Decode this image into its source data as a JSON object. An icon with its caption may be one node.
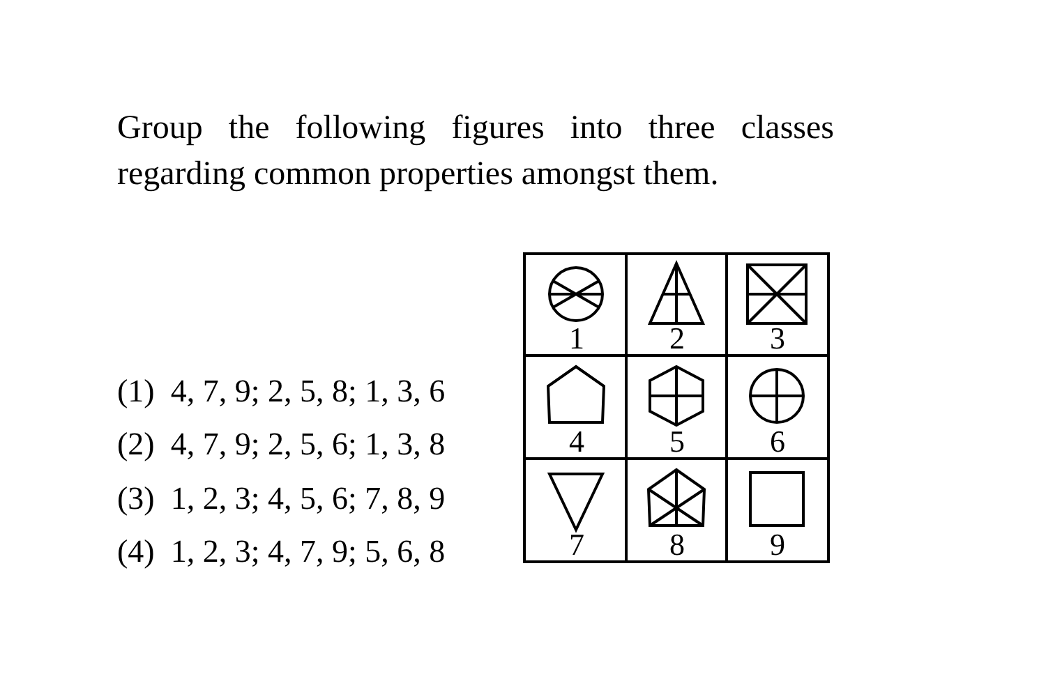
{
  "diagram": {
    "labels": [
      "Group the following figures into three classes regarding common properties amongst them.",
      "(1)  4, 7, 9; 2, 5, 8; 1, 3, 6",
      "(2)  4, 7, 9; 2, 5, 6; 1, 3, 8",
      "(3)  1, 2, 3; 4, 5, 6; 7, 8, 9",
      "(4)  1, 2, 3; 4, 7, 9; 5, 6, 8",
      "1",
      "2",
      "3",
      "4",
      "5",
      "6",
      "7",
      "8",
      "9"
    ]
  }
}
